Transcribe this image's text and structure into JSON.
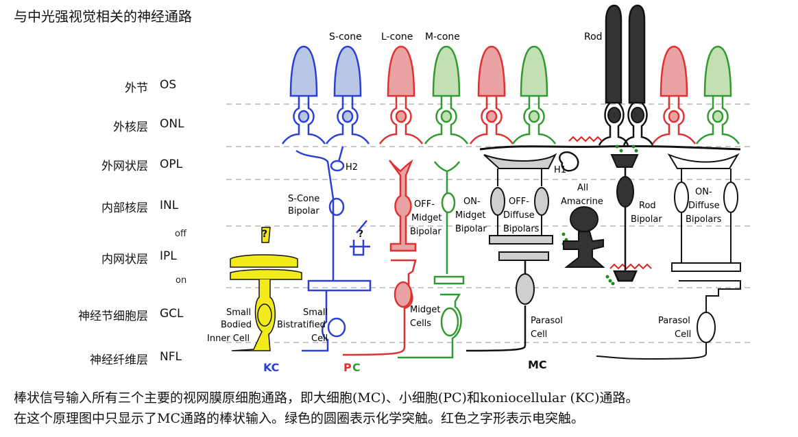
{
  "title": "与中光强视觉相关的神经通路",
  "layers": [
    {
      "cn": "外节",
      "en": "OS"
    },
    {
      "cn": "外核层",
      "en": "ONL"
    },
    {
      "cn": "外网状层",
      "en": "OPL"
    },
    {
      "cn": "内部核层",
      "en": "INL"
    },
    {
      "cn": "内网状层",
      "en": "IPL"
    },
    {
      "cn": "神经节细胞层",
      "en": "GCL"
    },
    {
      "cn": "神经纤维层",
      "en": "NFL"
    }
  ],
  "ipl_sublayers": {
    "off": "off",
    "on": "on"
  },
  "photoreceptors": {
    "s_cone": "S-cone",
    "l_cone": "L-cone",
    "m_cone": "M-cone",
    "rod": "Rod"
  },
  "cell_labels": {
    "h2": "H2",
    "h1": "H1",
    "s_cone_bipolar": [
      "S-Cone",
      "Bipolar"
    ],
    "off_midget_bipolar": [
      "OFF-",
      "Midget",
      "Bipolar"
    ],
    "on_midget_bipolar": [
      "ON-",
      "Midget",
      "Bipolar"
    ],
    "off_diffuse_bipolars": [
      "OFF-",
      "Diffuse",
      "Bipolars"
    ],
    "all_amacrine": [
      "All",
      "Amacrine"
    ],
    "rod_bipolar": [
      "Rod",
      "Bipolar"
    ],
    "on_diffuse_bipolars": [
      "ON-",
      "Diffuse",
      "Bipolars"
    ],
    "small_bodied_inner": [
      "Small",
      "Bodied",
      "Inner Cell"
    ],
    "small_bistratified": [
      "Small",
      "Bistratified",
      "Cell"
    ],
    "midget_cells": [
      "Midget",
      "Cells"
    ],
    "parasol_cell_1": [
      "Parasol",
      "Cell"
    ],
    "parasol_cell_2": [
      "Parasol",
      "Cell"
    ],
    "question_mark": "?"
  },
  "pathways": {
    "kc": "KC",
    "pc_p": "P",
    "pc_c": "C",
    "mc": "MC"
  },
  "colors": {
    "s_cone": "#2a3fd6",
    "s_cone_fill": "#b8c7e6",
    "l_cone": "#e03030",
    "l_cone_fill": "#eaa3a3",
    "m_cone": "#2f9a2f",
    "m_cone_fill": "#c3e0b4",
    "rod": "#111111",
    "rod_fill": "#333333",
    "kc_cell": "#f2ea1a",
    "grey_cell": "#cfcfcf",
    "chemical_synapse": "#1a8c1a",
    "electrical_synapse": "#e02020"
  },
  "caption": [
    "棒状信号输入所有三个主要的视网膜原细胞通路，即大细胞(MC)、小细胞(PC)和koniocellular (KC)通路。",
    "在这个原理图中只显示了MC通路的棒状输入。绿色的圆圈表示化学突触。红色之字形表示电突触。"
  ]
}
